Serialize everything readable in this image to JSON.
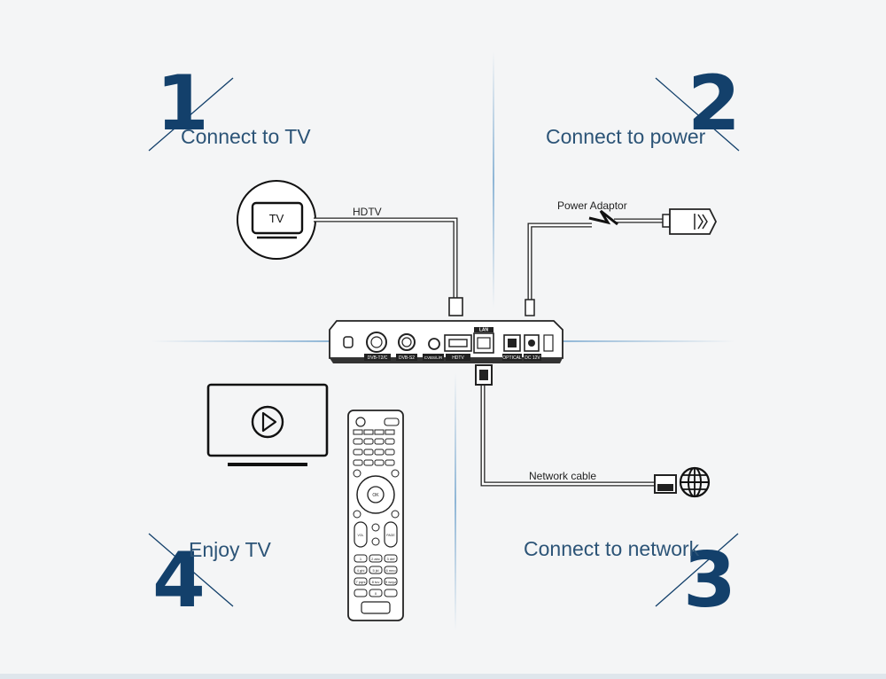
{
  "steps": [
    {
      "number": "1",
      "label": "Connect to TV"
    },
    {
      "number": "2",
      "label": "Connect to power"
    },
    {
      "number": "3",
      "label": "Connect to network"
    },
    {
      "number": "4",
      "label": "Enjoy TV"
    }
  ],
  "labels": {
    "hdtv": "HDTV",
    "power_adaptor": "Power Adaptor",
    "network_cable": "Network cable",
    "tv_icon_text": "TV"
  },
  "box_ports": {
    "top_port": "LAN",
    "ports": [
      "DVB-T2/C",
      "DVB-S2",
      "CVBS/L/R",
      "HDTV",
      "OPTICAL",
      "DC 12V"
    ]
  },
  "remote": {
    "ok": "OK",
    "vol": "VOL",
    "page": "PAGE",
    "keys": [
      "1",
      "2 abc",
      "3 def",
      "4 ghi",
      "5 jkl",
      "6 mno",
      "7 pqrs",
      "8 tuv",
      "9 wxyz",
      "0"
    ]
  },
  "colors": {
    "accent": "#13406b",
    "line": "#222222",
    "divider": "#8fb6d6",
    "background": "#f4f5f6"
  }
}
